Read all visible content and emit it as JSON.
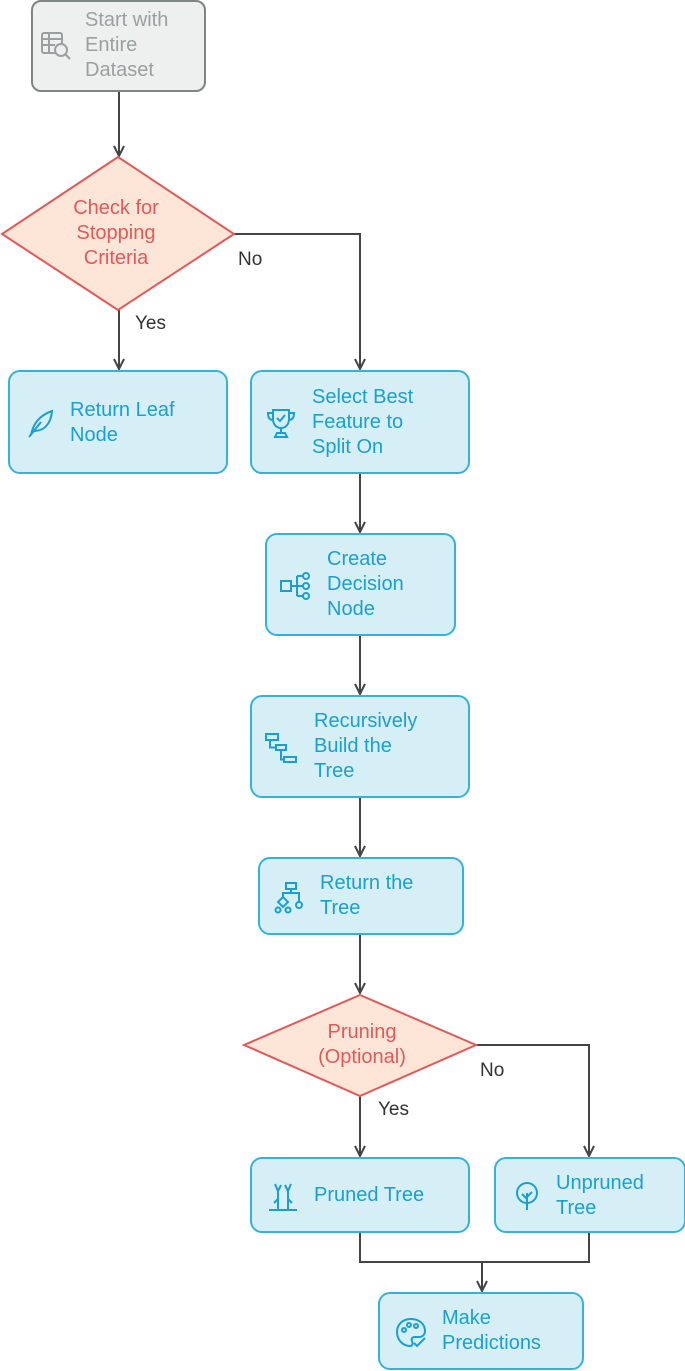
{
  "nodes": {
    "start": "Start with\nEntire\nDataset",
    "check": "Check for\nStopping\nCriteria",
    "leaf": "Return Leaf\nNode",
    "select": "Select Best\nFeature to\nSplit On",
    "create": "Create\nDecision\nNode",
    "recursive": "Recursively\nBuild the\nTree",
    "return_tree": "Return the\nTree",
    "pruning": "Pruning\n(Optional)",
    "pruned": "Pruned Tree",
    "unpruned": "Unpruned\nTree",
    "predict": "Make\nPredictions"
  },
  "edges": {
    "check_yes": "Yes",
    "check_no": "No",
    "prune_yes": "Yes",
    "prune_no": "No"
  },
  "icons": {
    "start": "table-search-icon",
    "leaf": "leaf-icon",
    "select": "trophy-check-icon",
    "create": "decision-node-icon",
    "recursive": "hierarchy-icon",
    "return_tree": "tree-structure-icon",
    "pruned": "pruned-tree-icon",
    "unpruned": "tree-icon",
    "predict": "palette-check-icon"
  },
  "colors": {
    "process_fill": "#d6eef6",
    "process_border": "#35b2dc",
    "process_text": "#1aa0d0",
    "decision_fill": "#fde5d8",
    "decision_border": "#e25a58",
    "decision_text": "#e25a58",
    "start_fill": "#eef0ef",
    "start_border": "#7f8584",
    "arrow": "#444444"
  }
}
